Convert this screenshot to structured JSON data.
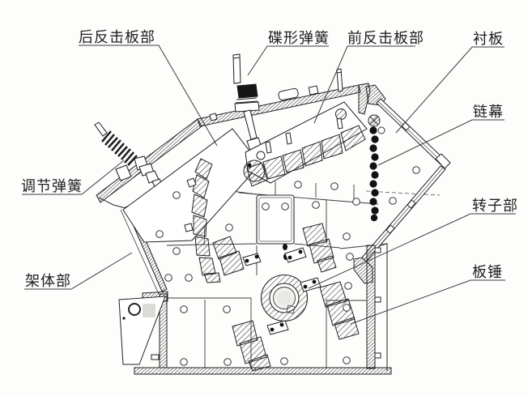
{
  "figure": {
    "kind": "engineering line diagram",
    "labels": {
      "rear_impact_plate": "后反击板部",
      "disc_spring": "碟形弹簧",
      "front_impact_plate": "前反击板部",
      "liner_plate": "衬板",
      "chain_curtain": "链幕",
      "adjusting_spring": "调节弹簧",
      "rotor": "转子部",
      "blow_bar": "板锤",
      "frame": "架体部"
    },
    "colors": {
      "line": "#2a2a2a",
      "background": "#fdfdfc",
      "label_text": "#1e1e1e",
      "chain_dot": "#111111"
    }
  }
}
